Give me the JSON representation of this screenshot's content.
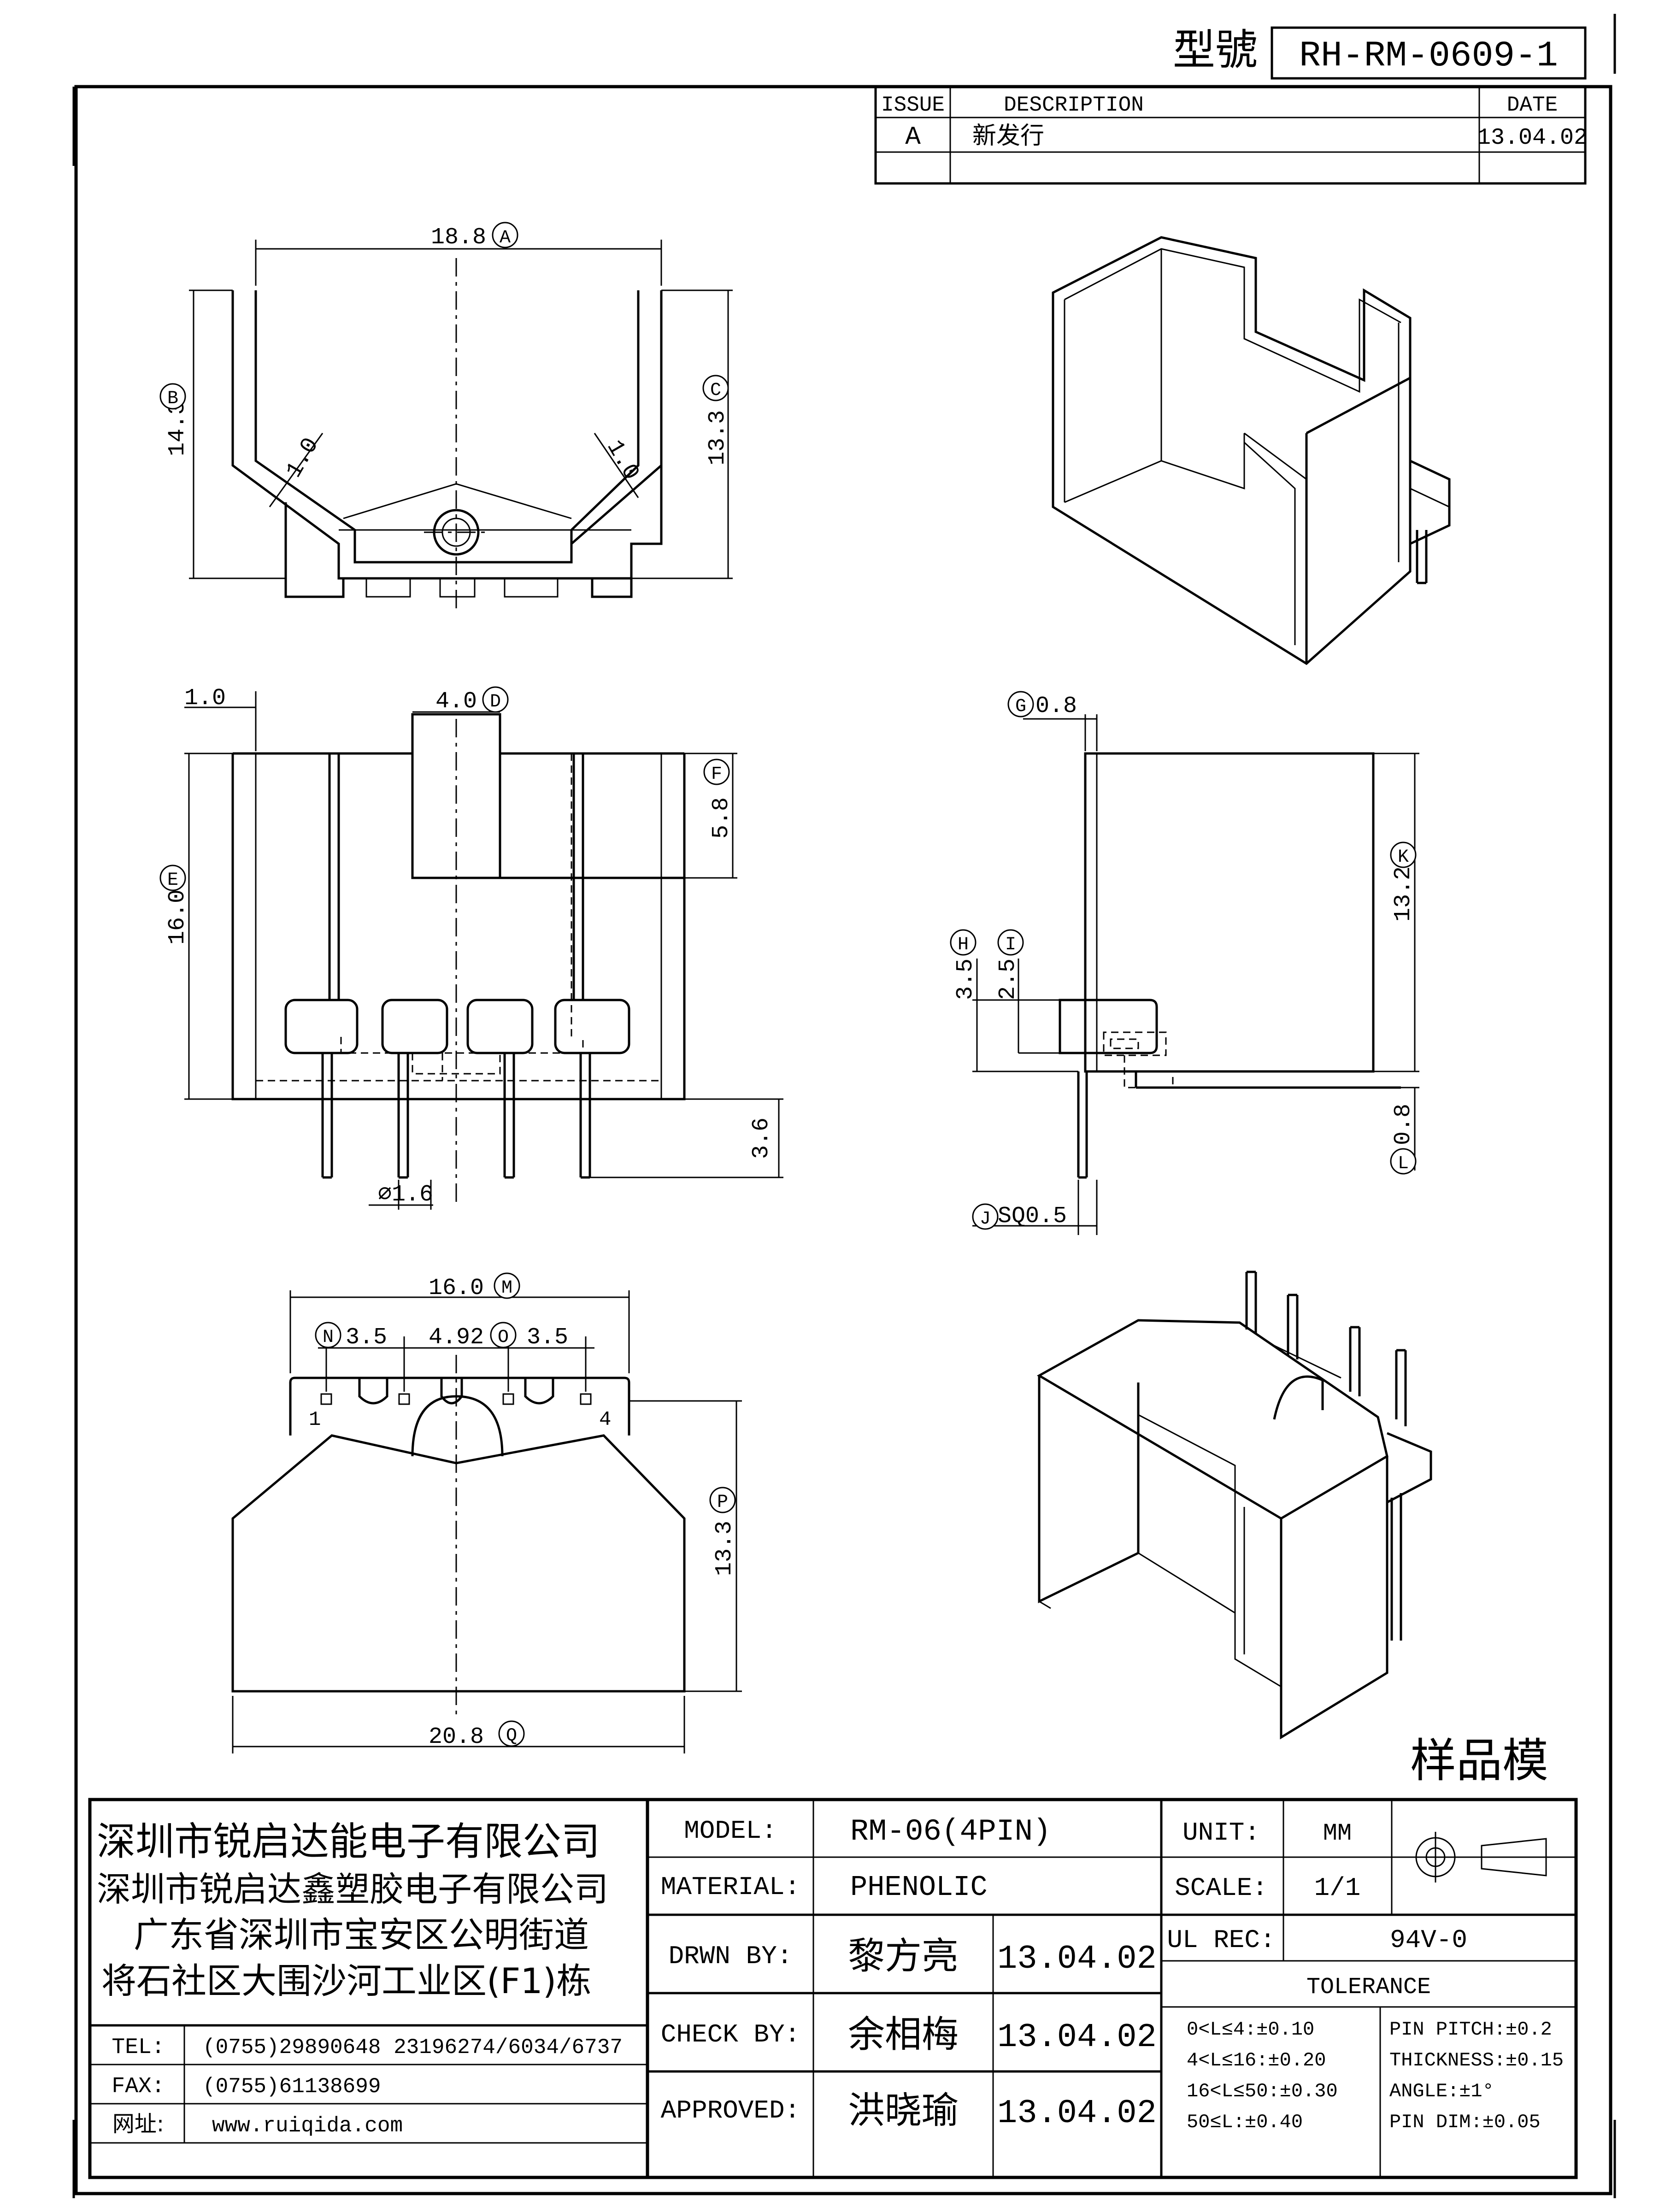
{
  "header": {
    "model_label": "型號",
    "model_no": "RH-RM-0609-1"
  },
  "revision": {
    "col_issue": "ISSUE",
    "col_description": "DESCRIPTION",
    "col_date": "DATE",
    "rows": [
      {
        "issue": "A",
        "description": "新发行",
        "date": "13.04.02"
      }
    ]
  },
  "views": {
    "top": {
      "width": "18.8",
      "width_tag": "A",
      "h_left": "14.3",
      "h_left_tag": "B",
      "h_right": "13.3",
      "h_right_tag": "C",
      "wall_left": "1.0",
      "wall_right": "1.0"
    },
    "front": {
      "wall": "1.0",
      "slot": "4.0",
      "slot_tag": "D",
      "slot_depth": "5.8",
      "slot_depth_tag": "F",
      "height": "16.0",
      "height_tag": "E",
      "pin_len": "3.6",
      "pin_dia": "⌀1.6"
    },
    "side": {
      "wall": "0.8",
      "wall_tag": "G",
      "base_h": "3.5",
      "base_h_tag": "H",
      "step_h": "2.5",
      "step_h_tag": "I",
      "pin_sq": "SQ0.5",
      "pin_sq_tag": "J",
      "height": "13.2",
      "height_tag": "K",
      "bottom": "0.8",
      "bottom_tag": "L"
    },
    "bottom": {
      "width": "16.0",
      "width_tag": "M",
      "pitch_left": "3.5",
      "pitch_left_tag": "N",
      "pitch_mid": "4.92",
      "pitch_right": "3.5",
      "pitch_right_tag": "O",
      "pin_first": "1",
      "pin_last": "4",
      "height": "13.3",
      "height_tag": "P",
      "base_width": "20.8",
      "base_width_tag": "Q"
    }
  },
  "stamp": "样品模",
  "title_block": {
    "company_lines": [
      "深圳市锐启达能电子有限公司",
      "深圳市锐启达鑫塑胶电子有限公司",
      "广东省深圳市宝安区公明街道",
      "将石社区大围沙河工业区(F1)栋"
    ],
    "tel_label": "TEL:",
    "tel": "(0755)29890648  23196274/6034/6737",
    "fax_label": "FAX:",
    "fax": "(0755)61138699",
    "web_label": "网址:",
    "web": "www.ruiqida.com",
    "model_label": "MODEL:",
    "model": "RM-06(4PIN)",
    "material_label": "MATERIAL:",
    "material": "PHENOLIC",
    "drawn_label": "DRWN BY:",
    "drawn_by": "黎方亮",
    "drawn_date": "13.04.02",
    "check_label": "CHECK BY:",
    "check_by": "余相梅",
    "check_date": "13.04.02",
    "approved_label": "APPROVED:",
    "approved_by": "洪晓瑜",
    "approved_date": "13.04.02",
    "unit_label": "UNIT:",
    "unit": "MM",
    "scale_label": "SCALE:",
    "scale": "1/1",
    "ul_label": "UL REC:",
    "ul": "94V-0",
    "tolerance_label": "TOLERANCE",
    "tolerances": [
      "0<L≤4:±0.10",
      "4<L≤16:±0.20",
      "16<L≤50:±0.30",
      "50≤L:±0.40"
    ],
    "specs": [
      "PIN PITCH:±0.2",
      "THICKNESS:±0.15",
      "ANGLE:±1°",
      "PIN DIM:±0.05"
    ]
  }
}
